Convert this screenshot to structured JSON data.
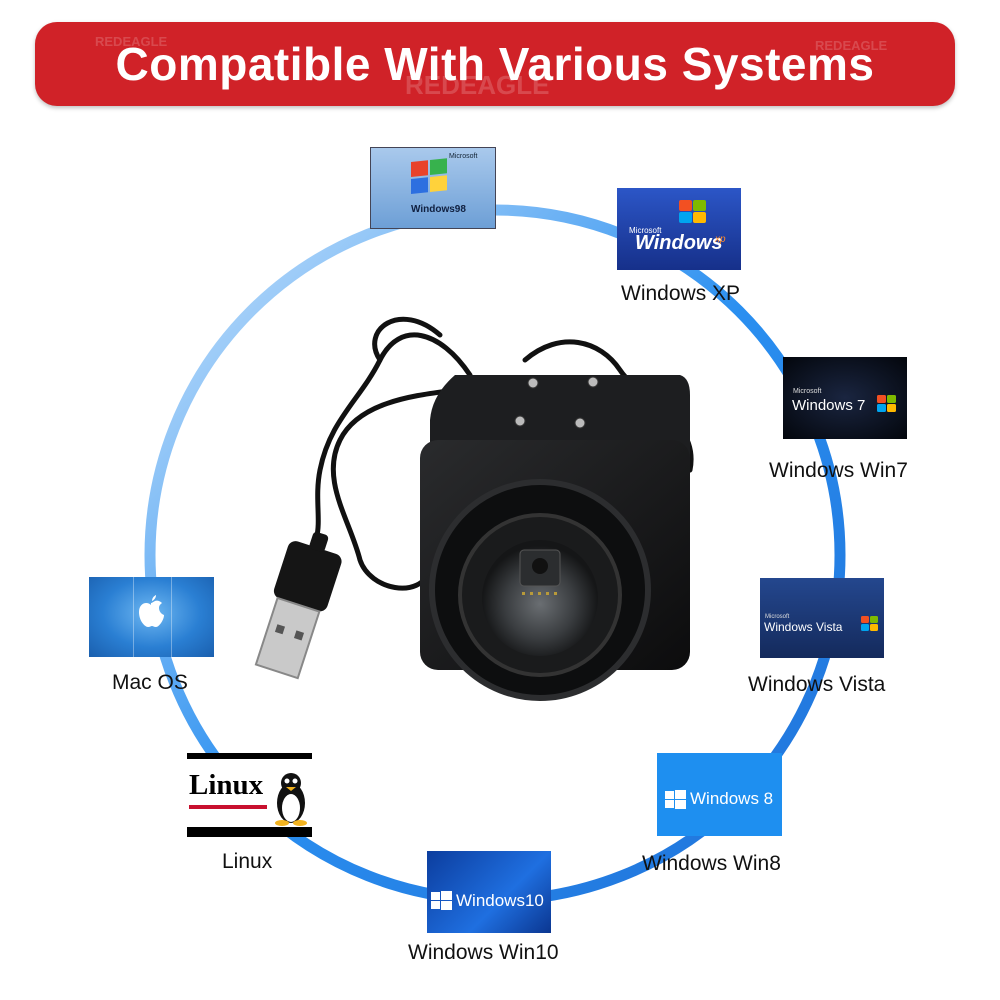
{
  "banner": {
    "title": "Compatible With Various Systems",
    "color": "#d02228"
  },
  "watermarks": [
    "REDEAGLE",
    "REDEAGLE",
    "REDEAGLE"
  ],
  "systems": [
    {
      "id": "win98",
      "label": "",
      "logo_small": "Microsoft",
      "logo_text": "Windows98",
      "icon": "windows-flag-icon"
    },
    {
      "id": "winxp",
      "label": "Windows XP",
      "logo_small": "Microsoft",
      "logo_text": "Windows",
      "logo_suffix": "xp",
      "icon": "windows-flag-icon"
    },
    {
      "id": "win7",
      "label": "Windows Win7",
      "logo_small": "Microsoft",
      "logo_text": "Windows 7",
      "icon": "windows-flag-icon"
    },
    {
      "id": "vista",
      "label": "Windows Vista",
      "logo_small": "Microsoft",
      "logo_text": "Windows Vista",
      "icon": "windows-flag-icon"
    },
    {
      "id": "win8",
      "label": "Windows Win8",
      "logo_text": "Windows 8",
      "icon": "windows-tile-icon"
    },
    {
      "id": "win10",
      "label": "Windows Win10",
      "logo_text": "Windows10",
      "icon": "windows-tile-icon"
    },
    {
      "id": "linux",
      "label": "Linux",
      "logo_text": "Linux",
      "icon": "penguin-icon"
    },
    {
      "id": "macos",
      "label": "Mac OS",
      "icon": "apple-icon"
    }
  ],
  "colors": {
    "ring": "#2a8ff0",
    "xp_bg": "#1d3fa8",
    "win7_bg": "#050a14",
    "vista_bg": "#1c3a7a",
    "win8_bg": "#1e8ff0",
    "win10_bg": "#1659c9",
    "mac_bg": "#2f8fe0",
    "win98_bg": "#7fb0e0"
  }
}
